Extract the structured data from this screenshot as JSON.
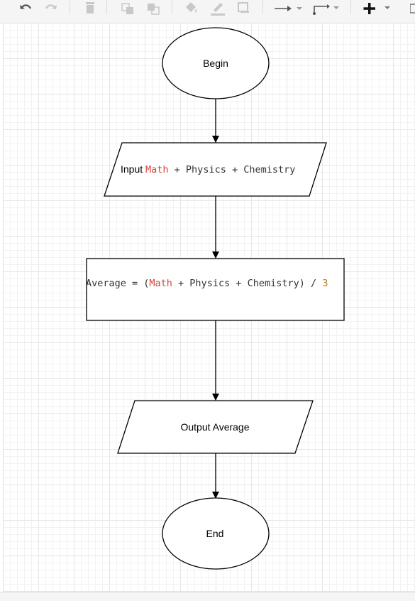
{
  "toolbar": {
    "icons": [
      "undo-icon",
      "redo-icon",
      "delete-icon",
      "to-front-icon",
      "to-back-icon",
      "fill-color-icon",
      "line-color-icon",
      "shadow-icon",
      "connection-icon",
      "waypoints-icon",
      "insert-icon"
    ],
    "colors": {
      "icon": "#333333",
      "icon_disabled": "#c8c8c8",
      "bar": "#f5f5f5"
    }
  },
  "flowchart": {
    "begin": "Begin",
    "input": {
      "prefix": "Input ",
      "var1": "Math",
      "rest": " + Physics + Chemistry"
    },
    "process": {
      "prefix": "Average = (",
      "var1": "Math",
      "mid": " + Physics + Chemistry) / ",
      "num": "3"
    },
    "output": "Output Average",
    "end": "End",
    "colors": {
      "keyword": "#d5453d",
      "number": "#b77b1c",
      "code_text": "#333333",
      "stroke": "#000000"
    }
  }
}
